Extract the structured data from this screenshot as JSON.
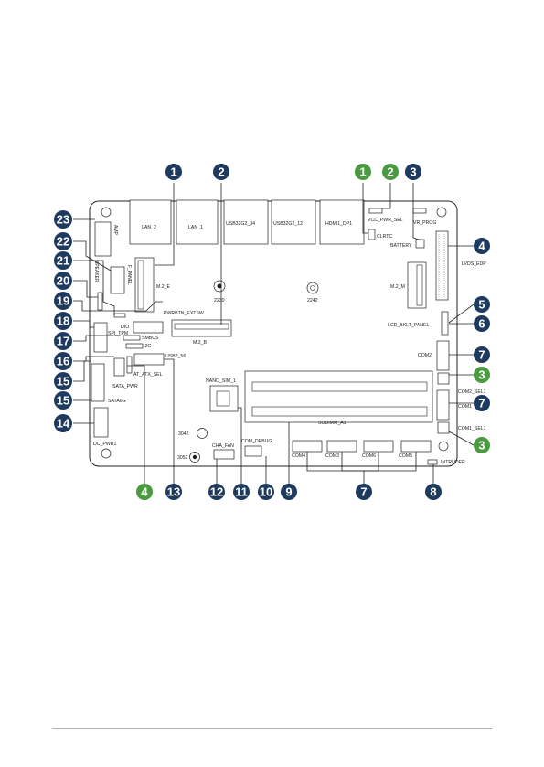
{
  "colors": {
    "blue": "#1e3a5f",
    "green": "#4a9b3f",
    "board_fill": "#ffffff",
    "outline": "#222222"
  },
  "board": {
    "labels": {
      "lan2": "LAN_2",
      "lan1": "LAN_1",
      "usb34": "USB32G2_34",
      "usb12": "USB32G2_12",
      "hdmi": "HDMI1_DP1",
      "vcc_pwr_sel": "VCC_PWR_SEL",
      "vr_prog": "VR_PROG",
      "clrtc": "CLRTC",
      "battery": "BATTERY",
      "lvds_edp": "LVDS_EDP",
      "amp": "AMP",
      "f_panel": "F_PANEL",
      "speaker": "SPEAKER",
      "m2_e": "M.2_E",
      "m2_m": "M.2_M",
      "m2_b": "M.2_B",
      "hole_2230": "2230",
      "hole_2242_top": "2242",
      "pwrbtn": "PWRBTN_EXTSW",
      "lcd_bklt": "LCD_BKLT_PANEL",
      "dio": "DIO",
      "spi_tpm": "SPI_TPM",
      "smbus": "SMBUS",
      "i2c": "I2C",
      "usb56": "USB2_56",
      "at_atx_sel": "AT_ATX_SEL",
      "sata_pwr": "SATA_PWR",
      "sata6g": "SATA6G",
      "com2": "COM2",
      "com2_sel": "COM2_SEL1",
      "com1": "COM1",
      "com1_sel": "COM1_SEL1",
      "nano_sim": "NANO_SIM_1",
      "sodimm": "SODIMM_A1",
      "dc_pwr": "DC_PWR1",
      "hole_3042": "3042",
      "hole_3052": "3052",
      "cha_fan": "CHA_FAN",
      "com_debug": "COM_DEBUG",
      "com4": "COM4",
      "com3": "COM3",
      "com6": "COM6",
      "com5": "COM5",
      "intruder": "INTRUDER"
    }
  },
  "callouts": [
    {
      "num": "1",
      "color": "blue"
    },
    {
      "num": "2",
      "color": "blue"
    },
    {
      "num": "1",
      "color": "green"
    },
    {
      "num": "2",
      "color": "green"
    },
    {
      "num": "3",
      "color": "blue"
    },
    {
      "num": "23",
      "color": "blue"
    },
    {
      "num": "22",
      "color": "blue"
    },
    {
      "num": "21",
      "color": "blue"
    },
    {
      "num": "20",
      "color": "blue"
    },
    {
      "num": "19",
      "color": "blue"
    },
    {
      "num": "18",
      "color": "blue"
    },
    {
      "num": "17",
      "color": "blue"
    },
    {
      "num": "16",
      "color": "blue"
    },
    {
      "num": "15",
      "color": "blue"
    },
    {
      "num": "15",
      "color": "blue"
    },
    {
      "num": "14",
      "color": "blue"
    },
    {
      "num": "4",
      "color": "blue"
    },
    {
      "num": "5",
      "color": "blue"
    },
    {
      "num": "6",
      "color": "blue"
    },
    {
      "num": "7",
      "color": "blue"
    },
    {
      "num": "3",
      "color": "green"
    },
    {
      "num": "7",
      "color": "blue"
    },
    {
      "num": "3",
      "color": "green"
    },
    {
      "num": "4",
      "color": "green"
    },
    {
      "num": "13",
      "color": "blue"
    },
    {
      "num": "12",
      "color": "blue"
    },
    {
      "num": "11",
      "color": "blue"
    },
    {
      "num": "10",
      "color": "blue"
    },
    {
      "num": "9",
      "color": "blue"
    },
    {
      "num": "7",
      "color": "blue"
    },
    {
      "num": "8",
      "color": "blue"
    }
  ]
}
